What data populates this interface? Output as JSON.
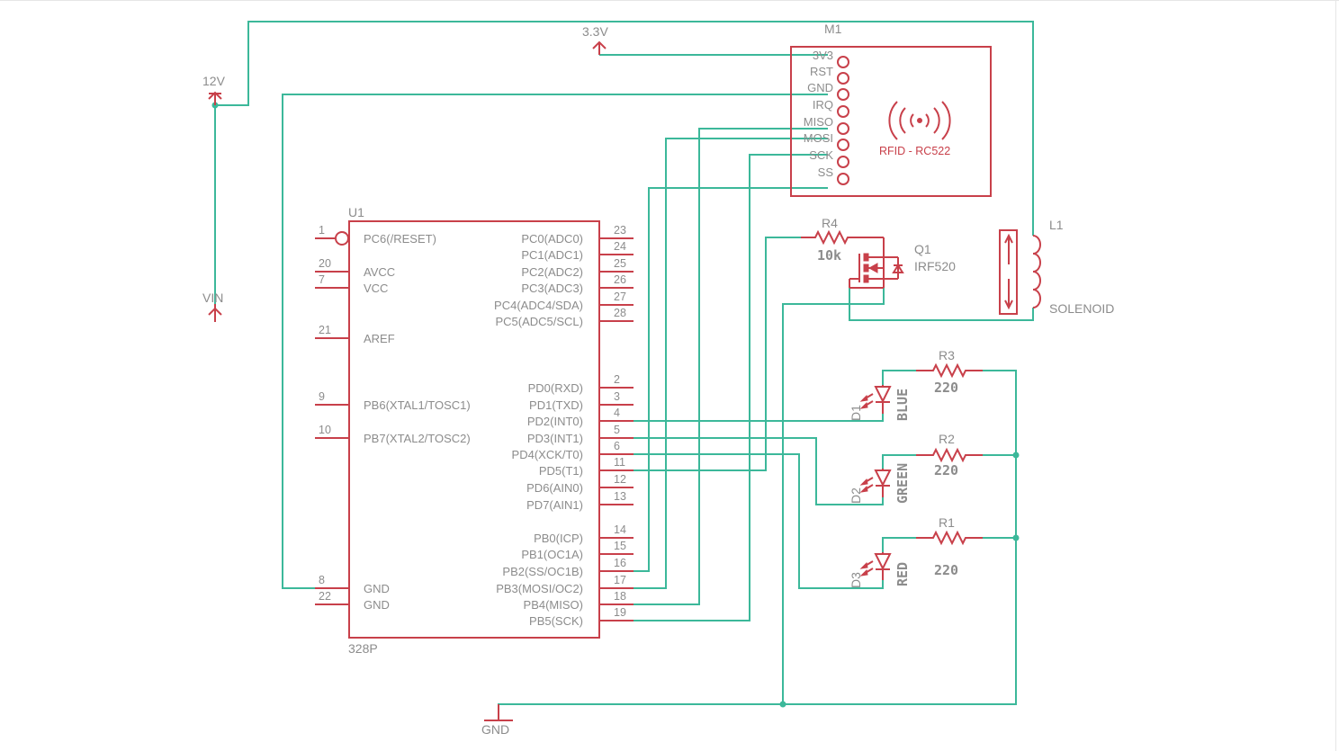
{
  "supplies": {
    "v12": "12V",
    "v33": "3.3V",
    "vin": "VIN",
    "gnd": "GND"
  },
  "mcu": {
    "ref": "U1",
    "value": "328P",
    "left_pins": [
      {
        "num": "1",
        "name": "PC6(/RESET)"
      },
      {
        "num": "20",
        "name": "AVCC"
      },
      {
        "num": "7",
        "name": "VCC"
      },
      {
        "num": "21",
        "name": "AREF"
      },
      {
        "num": "9",
        "name": "PB6(XTAL1/TOSC1)"
      },
      {
        "num": "10",
        "name": "PB7(XTAL2/TOSC2)"
      },
      {
        "num": "8",
        "name": "GND"
      },
      {
        "num": "22",
        "name": "GND"
      }
    ],
    "right_pins": [
      {
        "num": "23",
        "name": "PC0(ADC0)"
      },
      {
        "num": "24",
        "name": "PC1(ADC1)"
      },
      {
        "num": "25",
        "name": "PC2(ADC2)"
      },
      {
        "num": "26",
        "name": "PC3(ADC3)"
      },
      {
        "num": "27",
        "name": "PC4(ADC4/SDA)"
      },
      {
        "num": "28",
        "name": "PC5(ADC5/SCL)"
      },
      {
        "num": "2",
        "name": "PD0(RXD)"
      },
      {
        "num": "3",
        "name": "PD1(TXD)"
      },
      {
        "num": "4",
        "name": "PD2(INT0)"
      },
      {
        "num": "5",
        "name": "PD3(INT1)"
      },
      {
        "num": "6",
        "name": "PD4(XCK/T0)"
      },
      {
        "num": "11",
        "name": "PD5(T1)"
      },
      {
        "num": "12",
        "name": "PD6(AIN0)"
      },
      {
        "num": "13",
        "name": "PD7(AIN1)"
      },
      {
        "num": "14",
        "name": "PB0(ICP)"
      },
      {
        "num": "15",
        "name": "PB1(OC1A)"
      },
      {
        "num": "16",
        "name": "PB2(SS/OC1B)"
      },
      {
        "num": "17",
        "name": "PB3(MOSI/OC2)"
      },
      {
        "num": "18",
        "name": "PB4(MISO)"
      },
      {
        "num": "19",
        "name": "PB5(SCK)"
      }
    ]
  },
  "rfid": {
    "ref": "M1",
    "label": "RFID - RC522",
    "pins": [
      "3V3",
      "RST",
      "GND",
      "IRQ",
      "MISO",
      "MOSI",
      "SCK",
      "SS"
    ]
  },
  "mosfet": {
    "ref": "Q1",
    "value": "IRF520"
  },
  "solenoid": {
    "ref": "L1",
    "value": "SOLENOID"
  },
  "resistors": {
    "r4": {
      "ref": "R4",
      "value": "10k"
    },
    "r3": {
      "ref": "R3",
      "value": "220"
    },
    "r2": {
      "ref": "R2",
      "value": "220"
    },
    "r1": {
      "ref": "R1",
      "value": "220"
    }
  },
  "leds": {
    "d1": {
      "ref": "D1",
      "value": "BLUE"
    },
    "d2": {
      "ref": "D2",
      "value": "GREEN"
    },
    "d3": {
      "ref": "D3",
      "value": "RED"
    }
  }
}
